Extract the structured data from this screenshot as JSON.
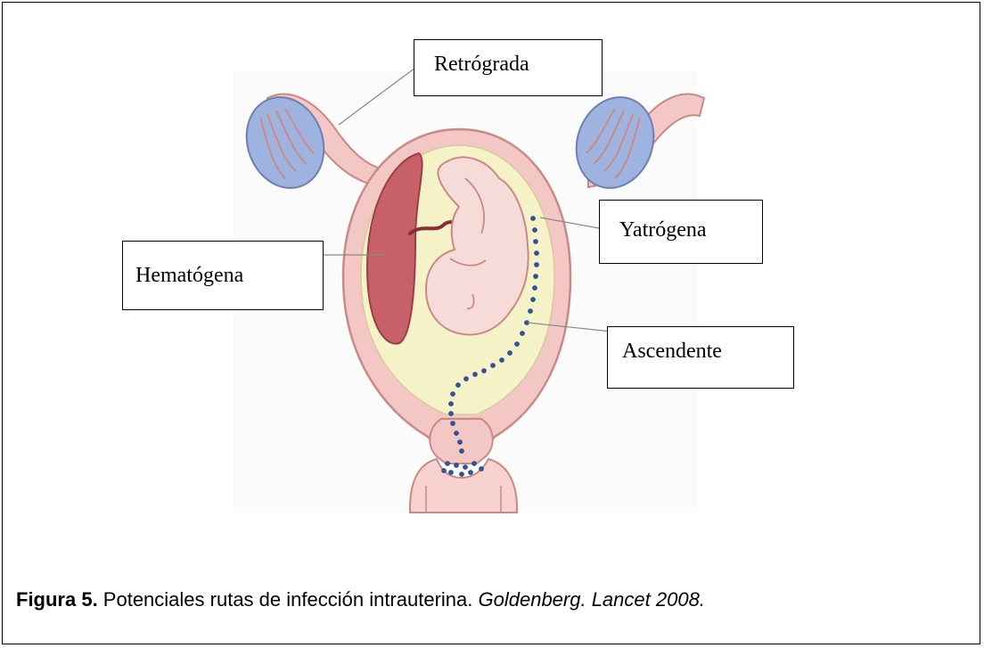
{
  "labels": {
    "retrograde": "Retrógrada",
    "iatrogenic": "Yatrógena",
    "hematogenous": "Hematógena",
    "ascending": "Ascendente"
  },
  "caption": {
    "figure_number": "Figura 5.",
    "text": " Potenciales rutas de infección intrauterina. ",
    "citation": "Goldenberg. Lancet 2008."
  },
  "colors": {
    "uterus_wall": "#f2c7c4",
    "uterus_outline": "#c98a86",
    "ovary": "#9fb3e0",
    "placenta": "#c8606a",
    "amniotic_fluid": "#f6f2c8",
    "fetus": "#f6dcd8",
    "bacteria": "#2e56a8"
  }
}
